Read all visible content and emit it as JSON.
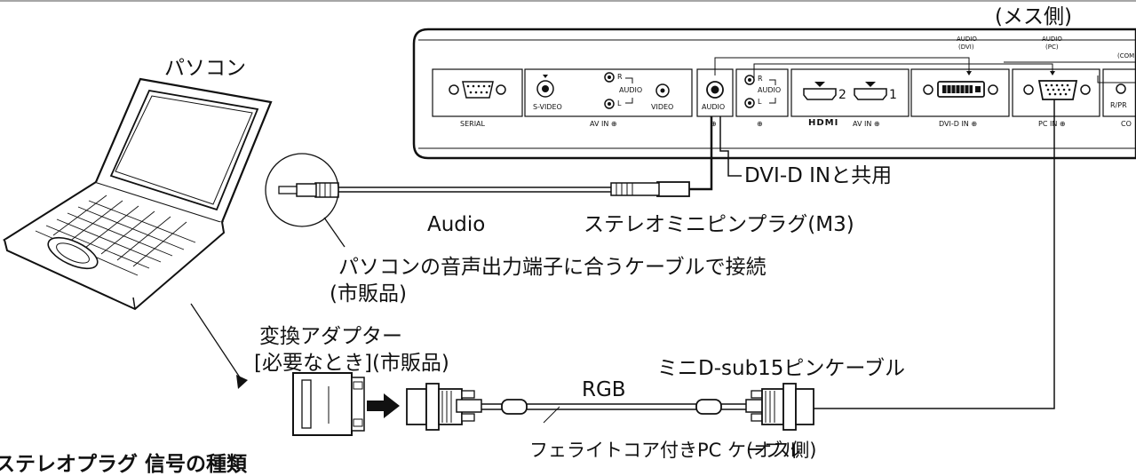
{
  "labels": {
    "female_side": "(メス側)",
    "pc": "パソコン",
    "dvi_shared": "DVI-D INと共用",
    "audio": "Audio",
    "stereo_plug": "ステレオミニピンプラグ(M3)",
    "pc_audio_cable": "パソコンの音声出力端子に合うケーブルで接続",
    "commercial_1": "(市販品)",
    "adapter_line1": "変換アダプター",
    "adapter_line2": "[必要なとき](市販品)",
    "minidsub_cable": "ミニD-sub15ピンケーブル",
    "rgb": "RGB",
    "ferrite_cable": "フェライトコア付きPC ケーブル",
    "male_side": "(オス側)",
    "cut_off_bottom": "ステレオプラグ 信号の種類"
  },
  "panel": {
    "serial": "SERIAL",
    "s_video": "S-VIDEO",
    "video": "VIDEO",
    "av_in": "AV IN",
    "r": "R",
    "l": "L",
    "audio_small": "AUDIO",
    "audio_jack": "AUDIO",
    "hdmi_logo": "HDMI",
    "hdmi_av_in": "AV IN",
    "hdmi_2": "2",
    "hdmi_1": "1",
    "dvi_in": "DVI-D IN",
    "pc_in": "PC IN",
    "audio_dvi_top": "AUDIO",
    "audio_dvi_bottom": "(DVI)",
    "audio_pc_top": "AUDIO",
    "audio_pc_bottom": "(PC)",
    "com_cut": "(COM",
    "rp_cut": "R/PR",
    "co_cut": "CO",
    "input_symbol": "⊕"
  },
  "colors": {
    "line": "#111111",
    "panel_fill": "#ffffff",
    "arrow": "#111111"
  }
}
